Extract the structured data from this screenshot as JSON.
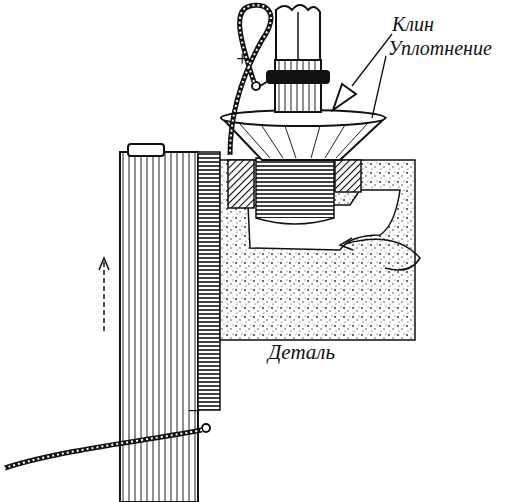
{
  "diagram": {
    "labels": [
      "+",
      "Клин",
      "Уплотнение",
      "Деталь",
      "−"
    ]
  }
}
